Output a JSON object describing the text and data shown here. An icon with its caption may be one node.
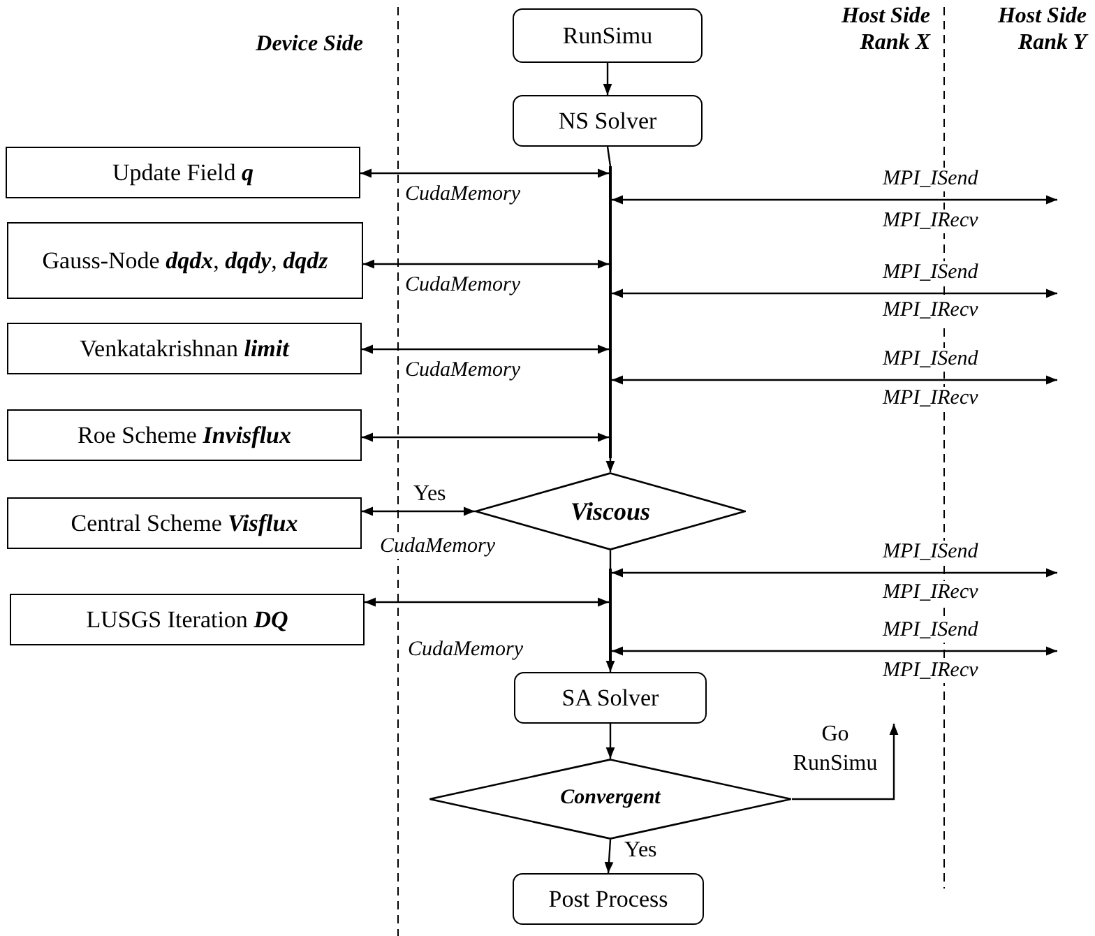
{
  "diagram": {
    "nodes": [
      {
        "text": [
          "RunSimu"
        ]
      },
      {
        "text": [
          "NS Solver"
        ]
      },
      {
        "text": [],
        "shape": "bar"
      },
      {
        "text": [
          "Update Field **q**"
        ]
      },
      {
        "text": [
          "Gauss-Node **dqdx**, **dqdy**, **dqdz**"
        ]
      },
      {
        "text": [
          "Venkatakrishnan **limit**"
        ]
      },
      {
        "text": [
          "Roe Scheme **Invisflux**"
        ]
      },
      {
        "text": [
          "Central Scheme **Visflux**"
        ]
      },
      {
        "text": [
          "Viscous"
        ]
      },
      {
        "text": [],
        "shape": "bar"
      },
      {
        "text": [
          "LUSGS Iteration **DQ**"
        ]
      },
      {
        "text": [
          "SA Solver"
        ]
      },
      {
        "text": [
          "Convergent"
        ]
      },
      {
        "text": [
          "Post Process"
        ]
      }
    ],
    "edges": [
      {
        "from": 0,
        "to": 1,
        "arrow": "to"
      },
      {
        "from": 1,
        "to": 2,
        "arrow": "none"
      },
      {
        "from": 3,
        "to": 2,
        "arrow": "both",
        "label": "CudaMemory"
      },
      {
        "from": 2,
        "to": null,
        "arrow": "both",
        "label": "MPI_ISend"
      },
      {
        "from": 4,
        "to": 2,
        "arrow": "both",
        "label": "CudaMemory"
      },
      {
        "from": 2,
        "to": null,
        "arrow": "both",
        "label": "MPI_ISend"
      },
      {
        "from": 5,
        "to": 2,
        "arrow": "both",
        "label": "CudaMemory"
      },
      {
        "from": 2,
        "to": null,
        "arrow": "both",
        "label": "MPI_ISend"
      },
      {
        "from": 6,
        "to": 2,
        "arrow": "both"
      },
      {
        "from": 2,
        "to": 8,
        "arrow": "to"
      },
      {
        "from": 7,
        "to": 8,
        "arrow": "both",
        "label": "Yes"
      },
      {
        "from": 8,
        "to": 9,
        "arrow": "none"
      },
      {
        "from": 9,
        "to": null,
        "arrow": "both",
        "label": "MPI_ISend"
      },
      {
        "from": 10,
        "to": 9,
        "arrow": "both",
        "label": "CudaMemory"
      },
      {
        "from": 9,
        "to": null,
        "arrow": "both",
        "label": "MPI_ISend"
      },
      {
        "from": 9,
        "to": 11,
        "arrow": "to"
      },
      {
        "from": 11,
        "to": 12,
        "arrow": "to"
      },
      {
        "from": 12,
        "to": 13,
        "arrow": "to",
        "label": "Yes"
      },
      {
        "from": 12,
        "to": null,
        "arrow": "to",
        "label": "Go RunSimu"
      }
    ],
    "labels": [
      "Device Side",
      "Host Side Rank X",
      "Host Side Rank Y",
      "MPI_IRecv",
      "MPI_IRecv",
      "MPI_IRecv",
      "CudaMemory",
      "MPI_IRecv",
      "MPI_IRecv"
    ]
  }
}
